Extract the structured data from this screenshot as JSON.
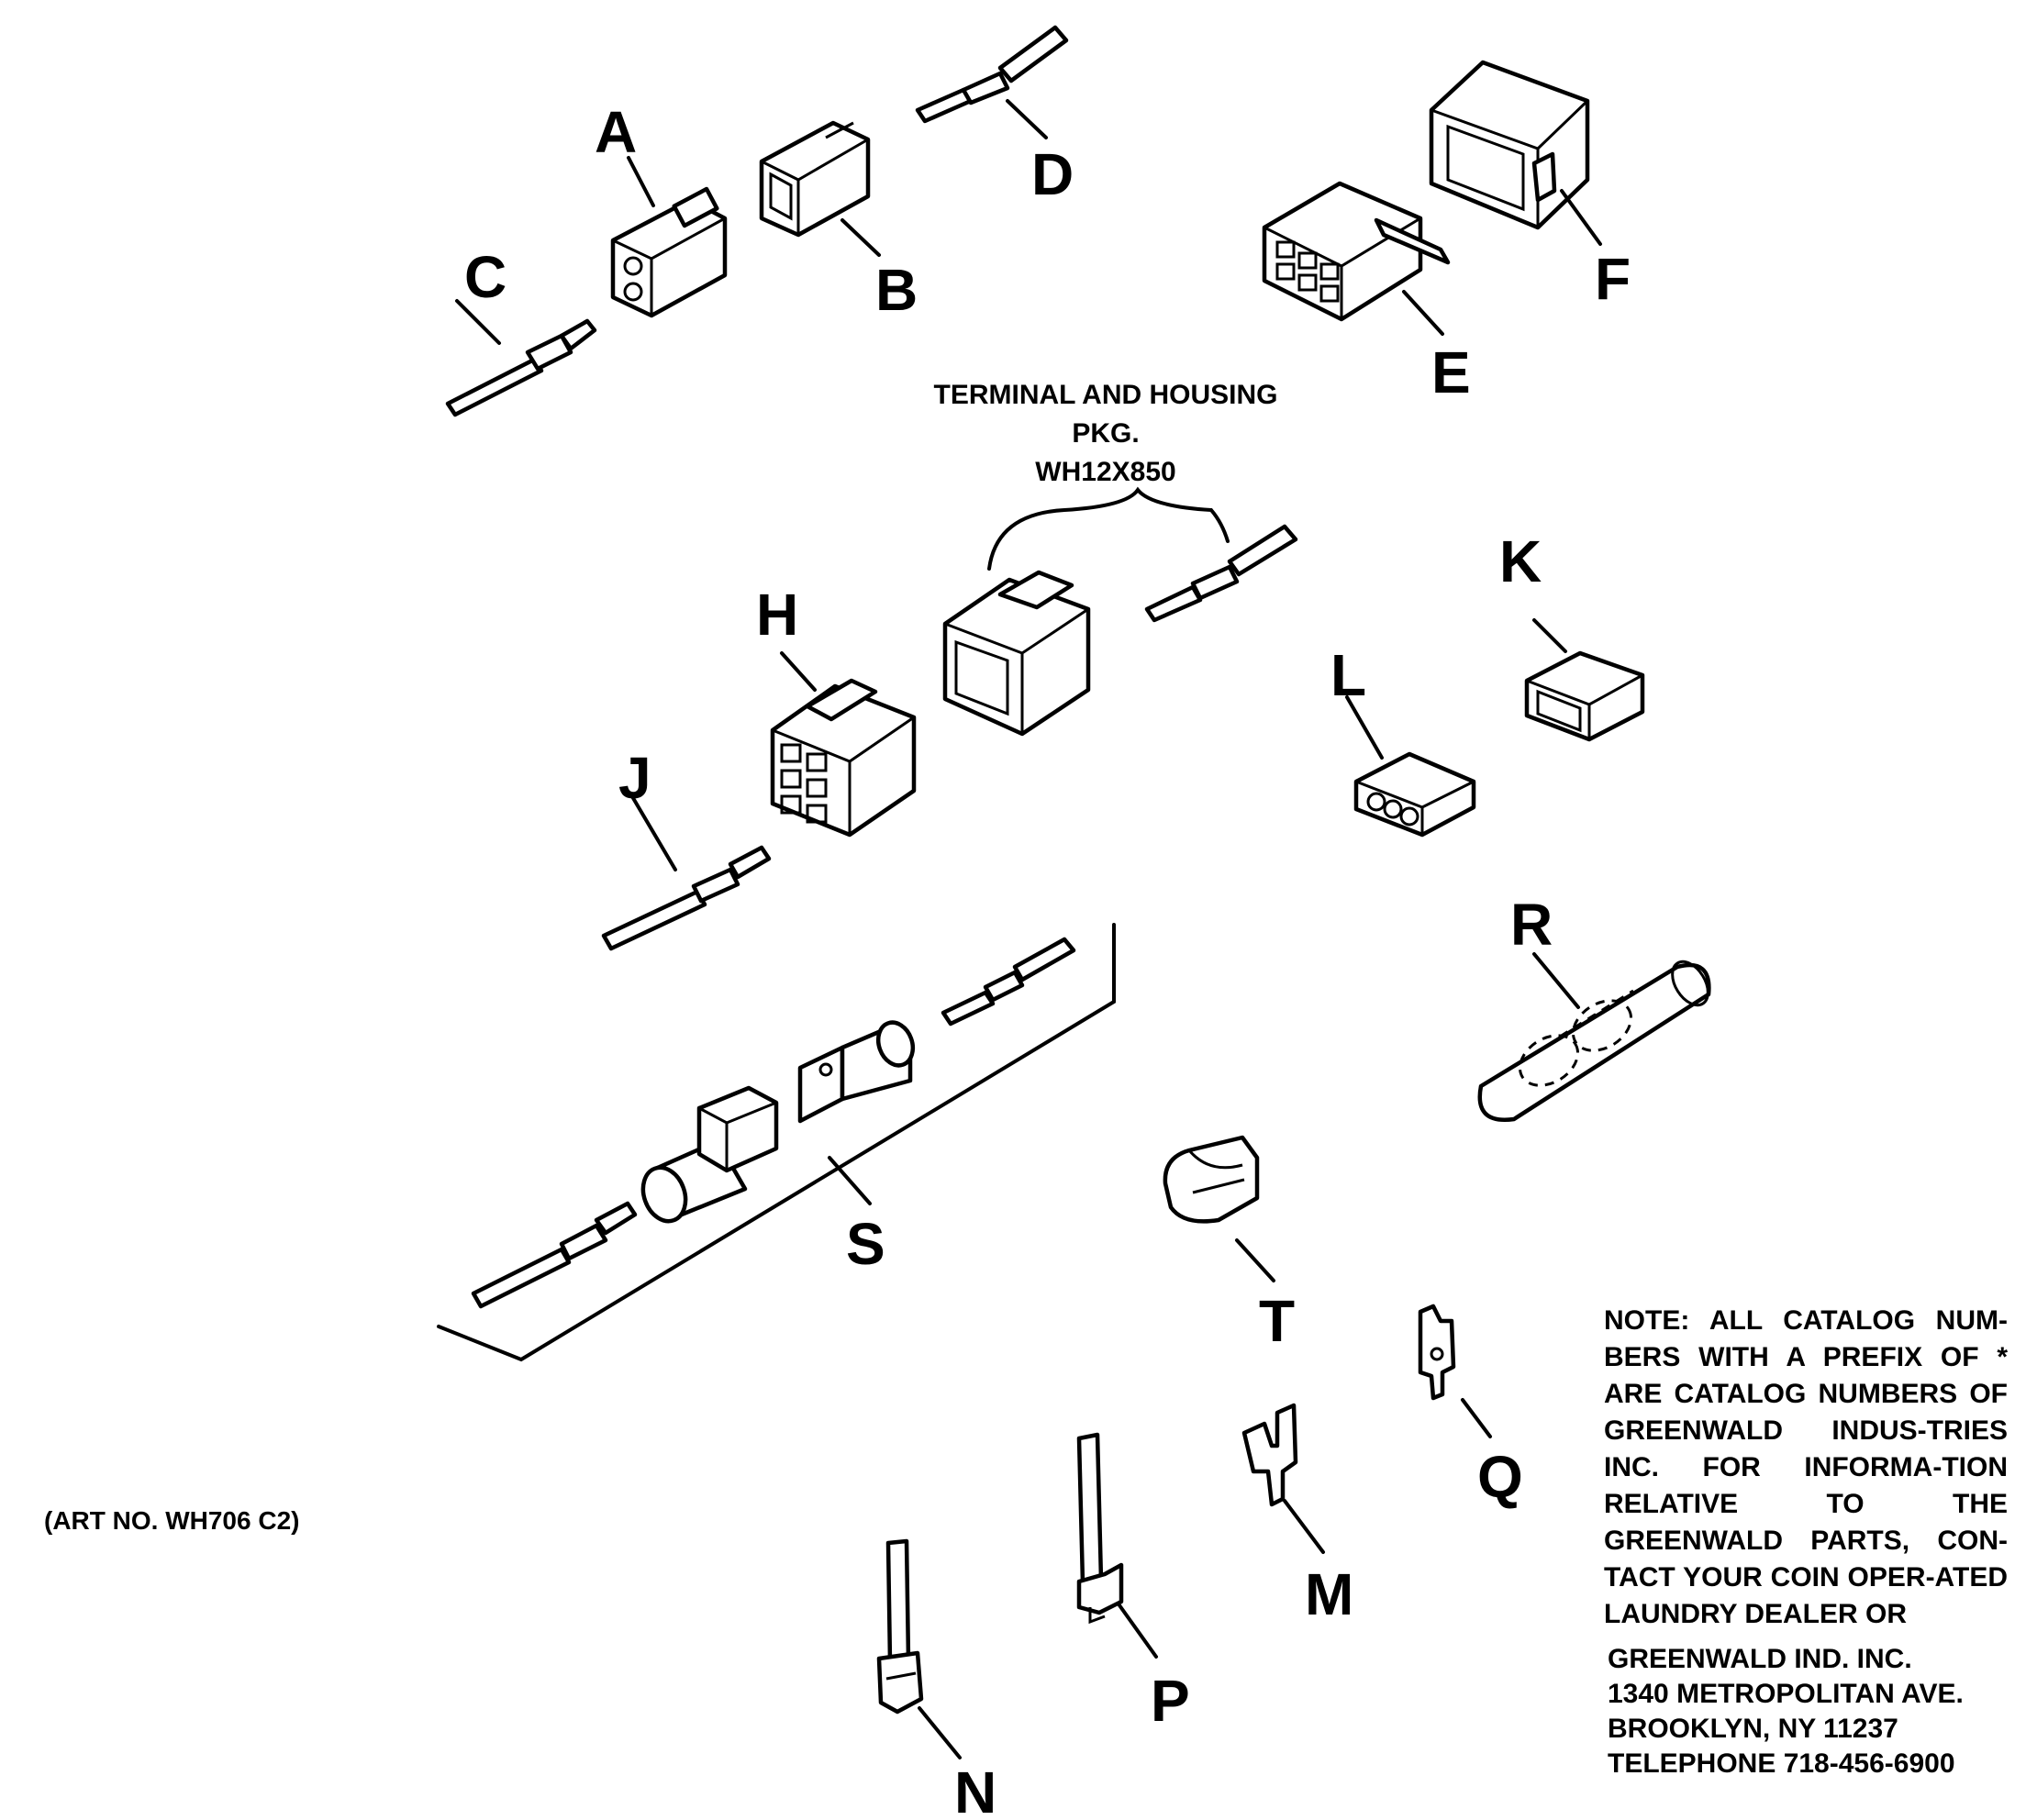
{
  "labels": {
    "A": "A",
    "B": "B",
    "C": "C",
    "D": "D",
    "E": "E",
    "F": "F",
    "H": "H",
    "J": "J",
    "K": "K",
    "L": "L",
    "R": "R",
    "S": "S",
    "T": "T",
    "Q": "Q",
    "M": "M",
    "P": "P",
    "N": "N"
  },
  "package_caption": {
    "line1": "TERMINAL AND HOUSING",
    "line2": "PKG.",
    "line3": "WH12X850"
  },
  "art_number": "(ART NO. WH706 C2)",
  "note": {
    "text": "NOTE: ALL CATALOG NUM-BERS WITH A PREFIX OF * ARE CATALOG NUMBERS OF GREENWALD INDUS-TRIES INC. FOR INFORMA-TION RELATIVE TO THE GREENWALD PARTS, CON-TACT YOUR COIN OPER-ATED LAUNDRY DEALER OR",
    "address": {
      "company": "GREENWALD IND. INC.",
      "street": "1340 METROPOLITAN AVE.",
      "city": "BROOKLYN, NY 11237",
      "phone": "TELEPHONE  718-456-6900"
    }
  }
}
